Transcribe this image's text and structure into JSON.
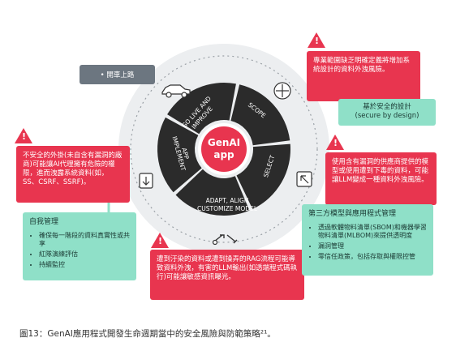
{
  "center": {
    "line1": "GenAI",
    "line2": "app"
  },
  "ring_segments": [
    {
      "label1": "GO LIVE AND",
      "label2": "IMPROVE"
    },
    {
      "label1": "SCOPE",
      "label2": ""
    },
    {
      "label1": "SELECT",
      "label2": ""
    },
    {
      "label1": "ADAPT, ALIGN",
      "label2": "CUSTOMIZE MODEL"
    },
    {
      "label1": "IMPLEMENT",
      "label2": "APP"
    }
  ],
  "pill": {
    "text": "• 開車上路"
  },
  "risks": {
    "top_right": "專業範圍缺乏明確定義將增加系統設計的資料外洩風險。",
    "left": "不安全的外掛(未自含有漏洞的廠商)可能讓AI代理擁有危險的權限，進而洩露系統資料(如，SS、CSRF、SSRF)。",
    "right": "使用含有漏洞的供應商提供的模型或使用遭到下毒的資料，可能讓LLM變成一種資料外洩風險。",
    "bottom": "遭到汙染的資料或遭到操弄的RAG流程可能導致資料外洩，有害的LLM輸出(如透端程式碼執行)可能讓敏感資訊曝光。"
  },
  "mitigations": {
    "secure_design": {
      "line1": "基於安全的設計",
      "line2": "(secure by design)"
    },
    "self_manage": {
      "title": "自我管理",
      "items": [
        "確保每一階段的資料真實性或共享",
        "紅隊演練評估",
        "持續監控"
      ]
    },
    "third_party": {
      "title": "第三方模型與應用程式管理",
      "items": [
        "透過軟體物料清單(SBOM)和機器學習物料清單(MLBOM)來提供透明度",
        "漏洞管理",
        "零信任政策，包括存取與權限控管"
      ]
    }
  },
  "caption": "圖13：GenAI應用程式開發生命週期當中的安全風險與防範策略²¹。",
  "colors": {
    "risk": "#e8354f",
    "mitigation": "#8fe0c8",
    "ring": "#2b2b2b",
    "center": "#e8354f",
    "pill": "#6c7680"
  }
}
